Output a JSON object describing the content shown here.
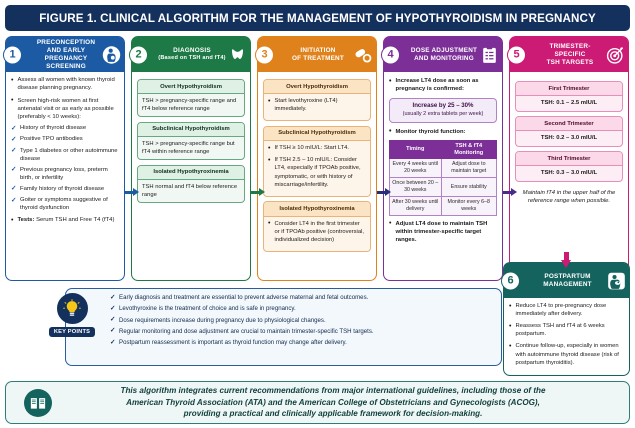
{
  "title": "FIGURE 1. CLINICAL ALGORITHM FOR THE MANAGEMENT OF HYPOTHYROIDISM IN PREGNANCY",
  "colors": {
    "title_bar": "#14315e",
    "step1": "#1c5ba4",
    "step2": "#1d7a46",
    "step3": "#e0821c",
    "step4": "#7b2f97",
    "step5": "#cc1b74",
    "step6": "#15635f"
  },
  "steps": [
    {
      "number": "1",
      "title_line1": "PRECONCEPTION",
      "title_line2": "AND EARLY PREGNANCY",
      "title_line3": "SCREENING",
      "icon": "pregnant-woman-icon",
      "bullets": [
        "Assess all women with known thyroid disease planning pregnancy.",
        "Screen high-risk women at first antenatal visit or as early as possible (preferably < 10 weeks):"
      ],
      "checks": [
        "History of thyroid disease",
        "Positive TPO antibodies",
        "Type 1 diabetes or other autoimmune disease",
        "Previous pregnancy loss, preterm birth, or infertility",
        "Family history of thyroid disease",
        "Goiter or symptoms suggestive of thyroid dysfunction"
      ],
      "tests_label": "Tests:",
      "tests_value": "Serum TSH and Free T4 (fT4)"
    },
    {
      "number": "2",
      "title_line1": "DIAGNOSIS",
      "title_line2": "(Based on TSH and fT4)",
      "icon": "thyroid-gland-icon",
      "boxes": [
        {
          "title": "Overt Hypothyroidism",
          "body": "TSH > pregnancy-specific range and fT4 below reference range"
        },
        {
          "title": "Subclinical Hypothyroidism",
          "body": "TSH > pregnancy-specific range but fT4 within reference range"
        },
        {
          "title": "Isolated Hypothyroxinemia",
          "body": "TSH normal and fT4 below reference range"
        }
      ]
    },
    {
      "number": "3",
      "title_line1": "INITIATION",
      "title_line2": "OF TREATMENT",
      "icon": "pills-capsule-icon",
      "boxes": [
        {
          "title": "Overt Hypothyroidism",
          "items": [
            "Start levothyroxine (LT4) immediately."
          ]
        },
        {
          "title": "Subclinical Hypothyroidism",
          "items": [
            "If TSH ≥ 10 mIU/L: Start LT4.",
            "If TSH 2.5 – 10 mIU/L: Consider LT4, especially if TPOAb positive, symptomatic, or with history of miscarriage/infertility."
          ]
        },
        {
          "title": "Isolated Hypothyroxinemia",
          "items": [
            "Consider LT4 in the first trimester or if TPOAb positive (controversial, individualized decision)"
          ]
        }
      ]
    },
    {
      "number": "4",
      "title_line1": "DOSE ADJUSTMENT",
      "title_line2": "AND MONITORING",
      "icon": "clipboard-checklist-icon",
      "bullet1": "Increase LT4 dose as soon as pregnancy is confirmed:",
      "highlight_line1": "Increase by 25 – 30%",
      "highlight_line2": "(usually 2 extra tablets per week)",
      "bullet2": "Monitor thyroid function:",
      "table": {
        "headers": [
          "Timing",
          "TSH & fT4 Monitoring"
        ],
        "rows": [
          [
            "Every 4 weeks until 20 weeks",
            "Adjust dose to maintain target"
          ],
          [
            "Once between 20 – 30 weeks",
            "Ensure stability"
          ],
          [
            "After 30 weeks until delivery",
            "Monitor every 6–8 weeks"
          ]
        ]
      },
      "bullet3_bold": "Adjust LT4 dose",
      "bullet3_rest": " to maintain TSH within trimester-specific target ranges."
    },
    {
      "number": "5",
      "title_line1": "TRIMESTER-SPECIFIC",
      "title_line2": "TSH TARGETS",
      "icon": "target-bullseye-icon",
      "boxes": [
        {
          "title": "First Trimester",
          "body": "TSH: 0.1 – 2.5 mIU/L"
        },
        {
          "title": "Second Trimester",
          "body": "TSH: 0.2 – 3.0 mIU/L"
        },
        {
          "title": "Third Trimester",
          "body": "TSH: 0.3 – 3.0 mIU/L"
        }
      ],
      "note": "Maintain fT4 in the upper half of the reference range when possible."
    },
    {
      "number": "6",
      "title_line1": "POSTPARTUM",
      "title_line2": "MANAGEMENT",
      "icon": "breastfeeding-mother-icon",
      "bullets": [
        "Reduce LT4 to pre-pregnancy dose immediately after delivery.",
        "Reassess TSH and fT4 at 6 weeks postpartum.",
        "Continue follow-up, especially in women with autoimmune thyroid disease (risk of postpartum thyroiditis)."
      ]
    }
  ],
  "key_points": {
    "label": "KEY POINTS",
    "icon": "lightbulb-icon",
    "items": [
      "Early diagnosis and treatment are essential to prevent adverse maternal and fetal outcomes.",
      "Levothyroxine is the treatment of choice and is safe in pregnancy.",
      "Dose requirements increase during pregnancy due to physiological changes.",
      "Regular monitoring and dose adjustment are crucial to maintain trimester-specific TSH targets.",
      "Postpartum reassessment is important as thyroid function may change after delivery."
    ]
  },
  "footer": {
    "icon": "open-book-icon",
    "line1": "This algorithm integrates current recommendations from major international guidelines, including those of the",
    "line2": "American Thyroid Association (ATA) and the American College of Obstetricians and Gynecologists (ACOG),",
    "line3": "providing a practical and clinically applicable framework for decision-making."
  }
}
